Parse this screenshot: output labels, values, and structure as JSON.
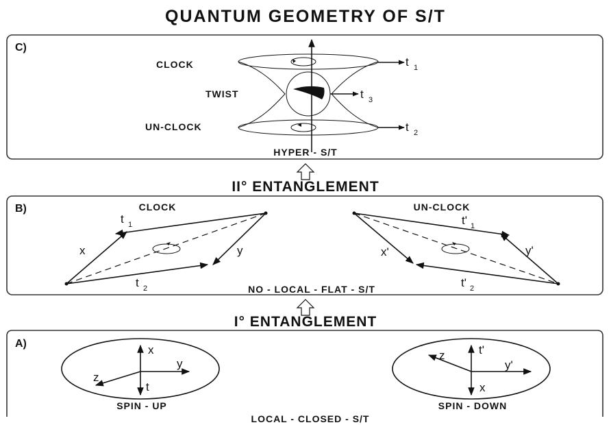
{
  "title": "QUANTUM GEOMETRY OF S/T",
  "panel_c": {
    "label": "C)",
    "clock": "CLOCK",
    "twist": "TWIST",
    "unclock": "UN-CLOCK",
    "t1": "t",
    "t1_sub": "1",
    "t3": "t",
    "t3_sub": "3",
    "t2": "t",
    "t2_sub": "2",
    "footer": "HYPER - S/T"
  },
  "entanglement_2": "II° ENTANGLEMENT",
  "panel_b": {
    "label": "B)",
    "clock": "CLOCK",
    "unclock": "UN-CLOCK",
    "t1": "t",
    "t1_sub": "1",
    "t2": "t",
    "t2_sub": "2",
    "x": "x",
    "y": "y",
    "t1p": "t'",
    "t1p_sub": "1",
    "t2p": "t'",
    "t2p_sub": "2",
    "xp": "x'",
    "yp": "y'",
    "footer": "NO - LOCAL - FLAT - S/T"
  },
  "entanglement_1": "I° ENTANGLEMENT",
  "panel_a": {
    "label": "A)",
    "left": {
      "x": "x",
      "y": "y",
      "z": "z",
      "t": "t",
      "caption": "SPIN - UP"
    },
    "right": {
      "z": "z",
      "tp": "t'",
      "yp": "y'",
      "x": "x",
      "caption": "SPIN - DOWN"
    },
    "footer": "LOCAL - CLOSED - S/T"
  }
}
